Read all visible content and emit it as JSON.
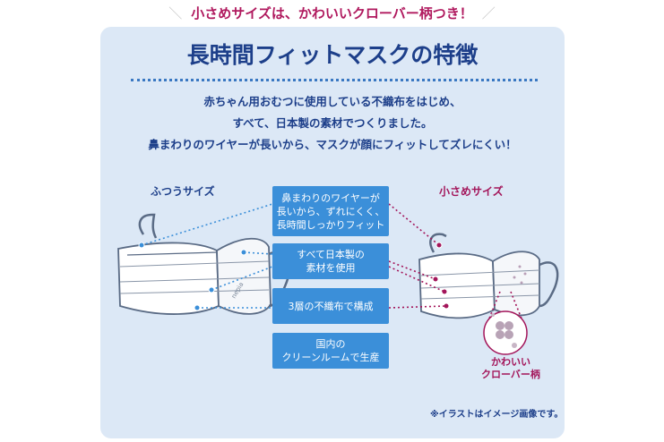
{
  "top_banner": {
    "left_mark": "＼",
    "text": "小さめサイズは、かわいいクローバー柄つき！",
    "right_mark": "／"
  },
  "panel": {
    "title": "長時間フィットマスクの特徴",
    "intro_lines": [
      "赤ちゃん用おむつに使用している不織布をはじめ、",
      "すべて、日本製の素材でつくりました。",
      "鼻まわりのワイヤーが長いから、マスクが顔にフィットしてズレにくい！"
    ],
    "label_regular": "ふつうサイズ",
    "label_small": "小さめサイズ",
    "features": [
      "鼻まわりのワイヤーが長いから、ずれにくく、長時間しっかりフィット",
      "すべて日本製の素材を使用",
      "3層の不織布で構成",
      "国内のクリーンルームで生産"
    ],
    "feature_lines": [
      [
        "鼻まわりのワイヤーが",
        "長いから、ずれにくく、",
        "長時間しっかりフィット"
      ],
      [
        "すべて日本製の",
        "素材を使用"
      ],
      [
        "3層の不織布で構成"
      ],
      [
        "国内の",
        "クリーンルームで生産"
      ]
    ],
    "mask_brand": "nepia",
    "clover_label_lines": [
      "かわいい",
      "クローバー柄"
    ],
    "note": "※イラストはイメージ画像です。"
  },
  "colors": {
    "navy": "#1d3f8a",
    "magenta": "#a3155a",
    "panel_bg": "#dce8f6",
    "feature_bg": "#3b8fd9"
  }
}
